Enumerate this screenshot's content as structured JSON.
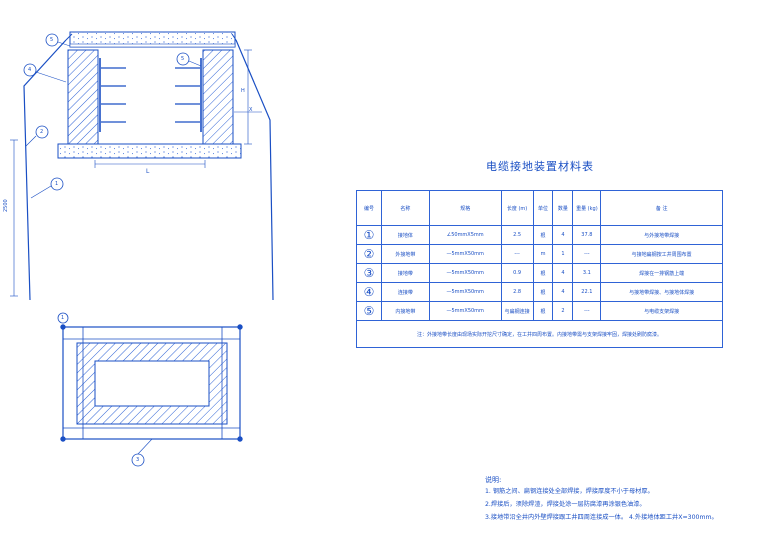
{
  "table_title": "电缆接地装置材料表",
  "table": {
    "headers": [
      "编号",
      "名称",
      "规格",
      "长度 (m)",
      "单位",
      "数量",
      "重量 (kg)",
      "备 注"
    ],
    "rows": [
      {
        "num": "①",
        "name": "接地体",
        "spec": "∠50mmX5mm",
        "length": "2.5",
        "unit": "根",
        "qty": "4",
        "weight": "37.8",
        "remark": "与外接地带焊接"
      },
      {
        "num": "②",
        "name": "外接地带",
        "spec": "—5mmX50mm",
        "length": "---",
        "unit": "m",
        "qty": "1",
        "weight": "---",
        "remark": "与接地扁钢按工井周围布置"
      },
      {
        "num": "③",
        "name": "接地带",
        "spec": "—5mmX50mm",
        "length": "0.9",
        "unit": "根",
        "qty": "4",
        "weight": "3.1",
        "remark": "焊接在一排钢筋上端"
      },
      {
        "num": "④",
        "name": "连接带",
        "spec": "—5mmX50mm",
        "length": "2.8",
        "unit": "根",
        "qty": "4",
        "weight": "22.1",
        "remark": "与接地带焊接、与接地体焊接"
      },
      {
        "num": "⑤",
        "name": "内接地带",
        "spec": "—5mmX50mm",
        "length": "与扁钢连接",
        "unit": "根",
        "qty": "2",
        "weight": "---",
        "remark": "与电缆支架焊接"
      }
    ],
    "footnote": "注：外接地带长度由现场实际开挖尺寸确定，在工井四周布置。内接地带需与支架焊接牢固，焊接处刷防腐漆。"
  },
  "notes": {
    "title": "说明:",
    "lines": [
      "1. 钢筋之间、扁钢连接处全部焊接，焊接厚度不小于母材厚。",
      "2.焊接后，须除焊渣，焊接处涂一层防腐漆再涂银色油漆。",
      "3.接地带沿全井内外壁焊接跟工井四周连接成一体。 4.外接地体距工井X=300mm。"
    ]
  },
  "drawing_labels": {
    "callouts": [
      "5",
      "4",
      "2",
      "1",
      "5",
      "1",
      "3"
    ],
    "dim_L": "L",
    "dim_H": "H",
    "dim_X": "X",
    "dim_2500": "2500"
  },
  "colors": {
    "line": "#1a4fc4",
    "hatch": "#2f63d6",
    "paper": "#ffffff"
  }
}
